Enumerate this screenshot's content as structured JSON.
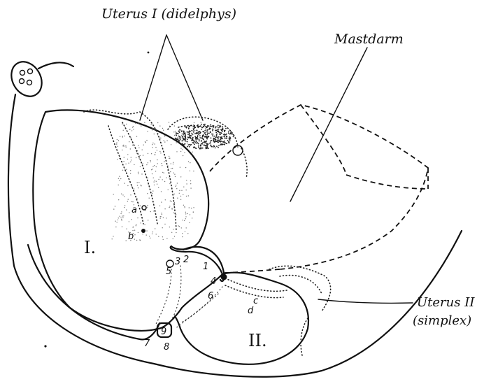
{
  "labels": {
    "uterus_1": "Uterus I (didelphys)",
    "mastdarm": "Mastdarm",
    "uterus_2_line1": "Uterus II",
    "uterus_2_line2": "(simplex)",
    "sac_1": "I.",
    "sac_2": "II."
  },
  "markers": {
    "n1": "1",
    "n2": "2",
    "n3": "3",
    "n4": "4",
    "n5": "5",
    "n6": "6",
    "n7": "7",
    "n8": "8",
    "n9": "9",
    "a": "a",
    "b": "b",
    "c": "c",
    "d": "d"
  }
}
